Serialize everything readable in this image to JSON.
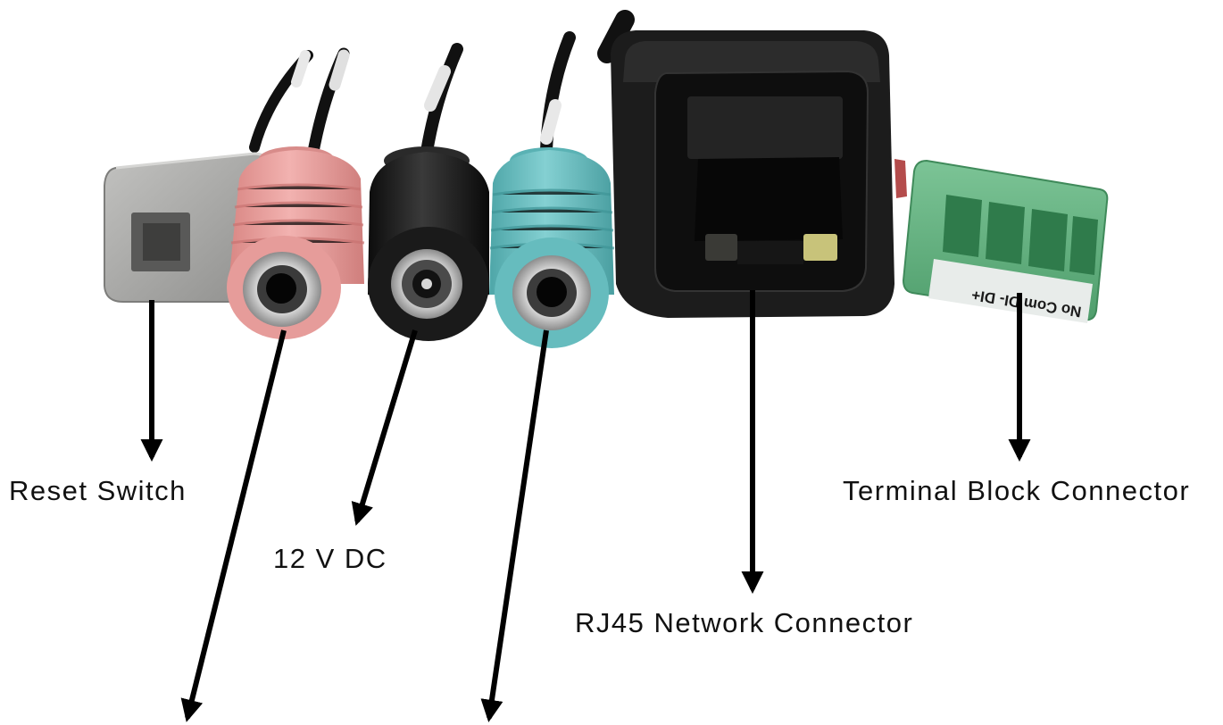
{
  "callouts": {
    "reset_switch": "Reset Switch",
    "dc_12v": "12 V DC",
    "rj45": "RJ45 Network Connector",
    "terminal_block": "Terminal Block Connector"
  },
  "terminal_block_marking": "No Com DI- DI+",
  "components": [
    {
      "name": "reset-switch",
      "color": "#a9a9a7"
    },
    {
      "name": "audio-in-jack",
      "color": "#e9a1a0"
    },
    {
      "name": "dc-power-jack",
      "color": "#1e1e1e"
    },
    {
      "name": "audio-out-jack",
      "color": "#6fc0c2"
    },
    {
      "name": "rj45-housing",
      "color": "#1b1b1b"
    },
    {
      "name": "terminal-block",
      "color": "#5fb27e"
    }
  ],
  "colors": {
    "background": "#ffffff",
    "arrow": "#000000",
    "text": "#111111"
  }
}
